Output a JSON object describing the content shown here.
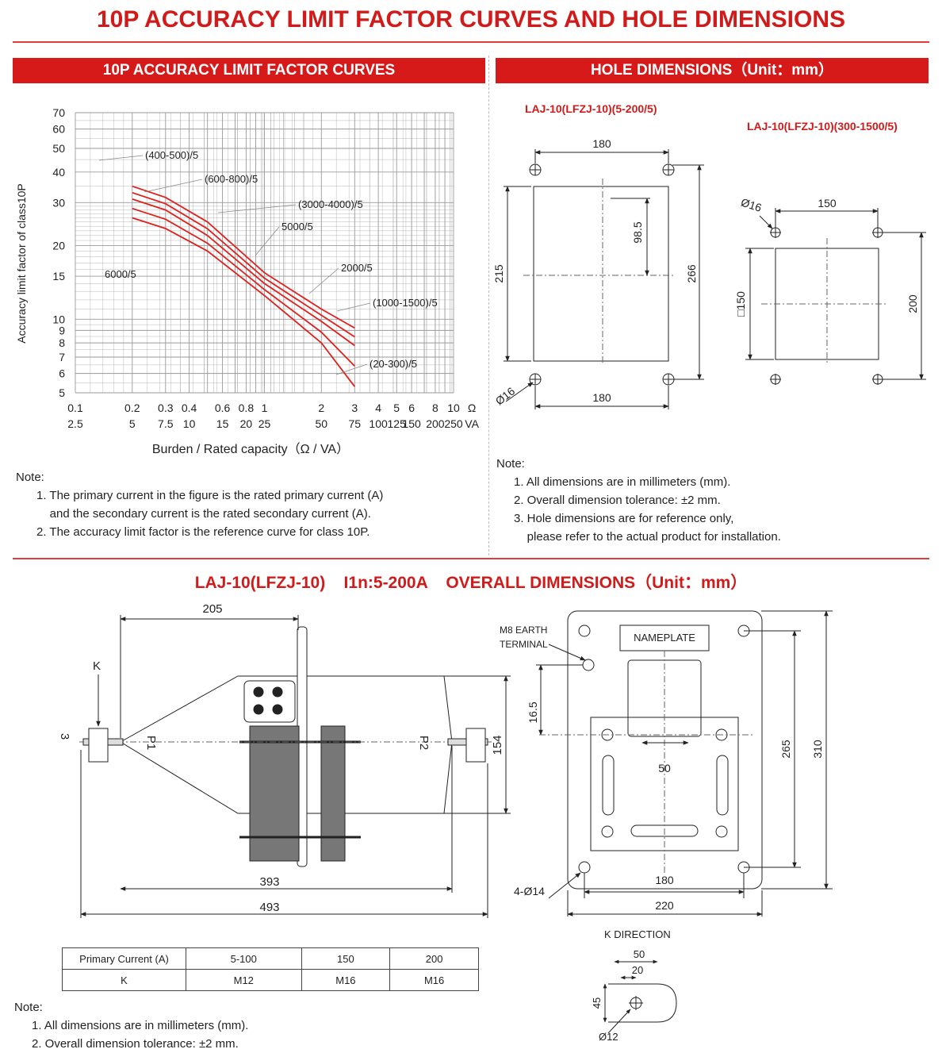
{
  "title": "10P ACCURACY LIMIT FACTOR CURVES AND HOLE DIMENSIONS",
  "left_banner": "10P ACCURACY LIMIT FACTOR CURVES",
  "right_banner": "HOLE DIMENSIONS（Unit：mm）",
  "colors": {
    "accent": "#d61a1a",
    "curve": "#e0201c",
    "grid": "#9a9a9a"
  },
  "chart_data": {
    "type": "line",
    "ylabel": "Accuracy limit factor of class10P",
    "xlabel": "Burden / Rated capacity（Ω / VA）",
    "x_scale": "log",
    "y_scale": "log",
    "xlim": [
      0.1,
      10
    ],
    "ylim": [
      5,
      70
    ],
    "y_ticks": [
      "70",
      "60",
      "50",
      "40",
      "30",
      "20",
      "15",
      "10",
      "9",
      "8",
      "7",
      "6",
      "5"
    ],
    "x_ticks_ohm": [
      "0.1",
      "0.2",
      "0.3",
      "0.4",
      "0.6",
      "0.8",
      "1",
      "2",
      "3",
      "4",
      "5",
      "6",
      "8",
      "10",
      "Ω"
    ],
    "x_ticks_va": [
      "2.5",
      "5",
      "7.5",
      "10",
      "15",
      "20",
      "25",
      "50",
      "75",
      "100",
      "125",
      "150",
      "200",
      "250",
      "VA"
    ],
    "grid": true,
    "series": [
      {
        "name": "(600-800)/5",
        "x": [
          0.2,
          0.3,
          0.5,
          1,
          2,
          3
        ],
        "y": [
          35,
          31.5,
          25,
          15.5,
          11,
          9.2
        ]
      },
      {
        "name": "(1000-1500)/5",
        "x": [
          0.2,
          0.3,
          0.5,
          1,
          2,
          3
        ],
        "y": [
          31,
          28,
          22,
          14,
          9.8,
          7.8
        ]
      },
      {
        "name": "(20-300)/5",
        "x": [
          0.2,
          0.3,
          0.5,
          1,
          2,
          3
        ],
        "y": [
          26,
          23.5,
          19,
          12.5,
          8,
          5.3
        ]
      }
    ],
    "annotations": [
      "(400-500)/5",
      "(600-800)/5",
      "(3000-4000)/5",
      "5000/5",
      "2000/5",
      "6000/5",
      "(1000-1500)/5",
      "(20-300)/5"
    ]
  },
  "left_notes": {
    "head": "Note:",
    "lines": [
      "1. The primary current in the figure is the rated primary current (A)",
      "    and the secondary current is the rated secondary current (A).",
      "2. The accuracy limit factor is the reference curve for class 10P."
    ]
  },
  "hole": {
    "label1": "LAJ-10(LFZJ-10)(5-200/5)",
    "label2": "LAJ-10(LFZJ-10)(300-1500/5)",
    "d1": {
      "top": "180",
      "bottom": "180",
      "left": "215",
      "right": "266",
      "mid": "98.5",
      "hole": "Ø16"
    },
    "d2": {
      "top": "150",
      "left": "□150",
      "right": "200",
      "hole": "Ø16"
    }
  },
  "right_notes": {
    "head": "Note:",
    "lines": [
      "1. All dimensions are in millimeters (mm).",
      "2. Overall dimension tolerance: ±2 mm.",
      "3. Hole dimensions are for reference only,",
      "    please refer to the actual product for installation."
    ]
  },
  "overall_title": "LAJ-10(LFZJ-10)    I1n:5-200A    OVERALL DIMENSIONS（Unit：mm）",
  "side_view": {
    "d205": "205",
    "d393": "393",
    "d493": "493",
    "d154": "154",
    "d3": "3",
    "K": "K",
    "P1": "P1",
    "P2": "P2"
  },
  "front_view": {
    "earth": "M8 EARTH",
    "terminal": "TERMINAL",
    "nameplate": "NAMEPLATE",
    "d16_5": "16.5",
    "d50": "50",
    "d265": "265",
    "d310": "310",
    "d180": "180",
    "d220": "220",
    "holes": "4-Ø14"
  },
  "k_table": {
    "header": [
      "Primary Current (A)",
      "5-100",
      "150",
      "200"
    ],
    "row": [
      "K",
      "M12",
      "M16",
      "M16"
    ]
  },
  "k_direction": {
    "title": "K DIRECTION",
    "d50": "50",
    "d20": "20",
    "d45": "45",
    "hole": "Ø12"
  },
  "bottom_notes": {
    "head": "Note:",
    "lines": [
      "1. All dimensions are in millimeters (mm).",
      "2. Overall dimension tolerance: ±2 mm."
    ]
  }
}
